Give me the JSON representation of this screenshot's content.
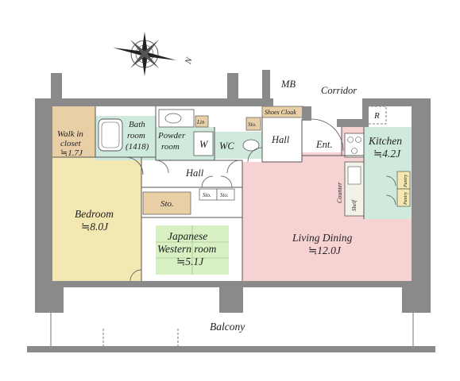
{
  "rooms": {
    "walk_in_closet": {
      "line1": "Walk in",
      "line2": "closet",
      "area": "≒1.7J"
    },
    "bathroom": {
      "line1": "Bath",
      "line2": "room",
      "size": "(1418)"
    },
    "powder_room": {
      "line1": "Powder",
      "line2": "room"
    },
    "washer": "W",
    "lin": "Lin",
    "wc": "WC",
    "sto_wc": "Sto.",
    "shoes_cloak": "Shoes Cloak",
    "entrance_hall": "Hall",
    "entrance": "Ent.",
    "kitchen": {
      "name": "Kitchen",
      "area": "≒4.2J"
    },
    "refrigerator": "R",
    "counter": "Counter",
    "shelf": "Shelf",
    "pantry1": "Pantry",
    "pantry2": "Pantry",
    "hall": "Hall",
    "sto_hall1": "Sto.",
    "sto_hall2": "Sto.",
    "bedroom": {
      "name": "Bedroom",
      "area": "≒8.0J"
    },
    "sto_bedroom": "Sto.",
    "japanese_room": {
      "line1": "Japanese",
      "line2": "Western room",
      "area": "≒5.1J"
    },
    "living_dining": {
      "name": "Living Dining",
      "area": "≒12.0J"
    },
    "balcony": "Balcony"
  },
  "outside": {
    "mb": "MB",
    "corridor": "Corridor"
  },
  "compass": {
    "north": "N"
  },
  "colors": {
    "closet": "#e9cfa6",
    "bedroom": "#f3e8b2",
    "wet_area": "#cfeadd",
    "living": "#f7d2d2",
    "tatami": "#d8f0c2",
    "wall": "#8a8a8a"
  }
}
